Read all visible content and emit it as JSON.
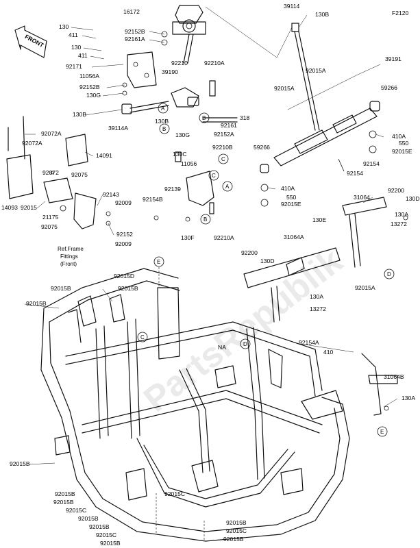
{
  "diagram": {
    "code": "F2120",
    "front_label": "FRONT",
    "ref_note": [
      "Ref.Frame",
      "Fittings",
      "(Front)"
    ],
    "watermark": "PartsRepublik",
    "callout_letters": [
      "A",
      "B",
      "C",
      "D",
      "E"
    ],
    "labels": [
      "16172",
      "130",
      "411",
      "92152B",
      "92161A",
      "130",
      "411",
      "92171",
      "11056A",
      "92152B",
      "130G",
      "130B",
      "39114A",
      "92210",
      "39190",
      "92210A",
      "130B",
      "130G",
      "318",
      "92161",
      "92152A",
      "39114",
      "130B",
      "92015A",
      "39191",
      "92015A",
      "59266",
      "410A",
      "550",
      "92015E",
      "59266",
      "92154",
      "92154",
      "410A",
      "550",
      "92015E",
      "92072A",
      "92072A",
      "14091",
      "92072",
      "92075",
      "14093",
      "92015",
      "21175",
      "92075",
      "92143",
      "92009",
      "92152",
      "92009",
      "130C",
      "11056",
      "92210B",
      "92139",
      "92154B",
      "130F",
      "92210A",
      "31064",
      "92200",
      "130D",
      "130E",
      "130A",
      "13272",
      "31064A",
      "92200",
      "130D",
      "92015A",
      "130A",
      "13272",
      "92015D",
      "92015B",
      "92015B",
      "92015B",
      "92015B",
      "NA",
      "92154A",
      "410",
      "31064B",
      "130A",
      "92015B",
      "92015B",
      "92015C",
      "92015B",
      "92015B",
      "92015C",
      "92015B",
      "92015B",
      "92015C",
      "92015B",
      "92015C"
    ]
  }
}
